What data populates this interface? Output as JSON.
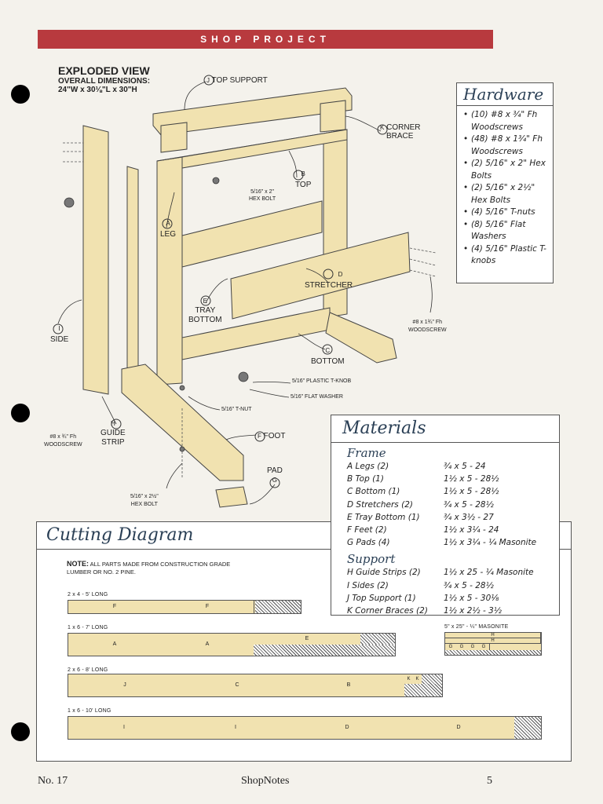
{
  "banner": "SHOP PROJECT",
  "exploded_view": {
    "title": "EXPLODED VIEW",
    "dimensions_label": "OVERALL DIMENSIONS:",
    "dimensions": "24\"W x 30⅛\"L x 30\"H"
  },
  "callouts": {
    "top_support": "TOP SUPPORT",
    "top_support_letter": "J",
    "corner_brace_1": "CORNER",
    "corner_brace_2": "BRACE",
    "corner_brace_letter": "K",
    "top": "TOP",
    "top_letter": "B",
    "leg": "LEG",
    "leg_letter": "A",
    "hex_bolt_2_size": "5/16\" x 2\"",
    "hex_bolt_2": "HEX BOLT",
    "stretcher": "STRETCHER",
    "stretcher_letter": "D",
    "tray_bottom_1": "TRAY",
    "tray_bottom_2": "BOTTOM",
    "tray_bottom_letter": "E",
    "side": "SIDE",
    "side_letter": "I",
    "bottom": "BOTTOM",
    "bottom_letter": "C",
    "woodscrew_134_1": "#8 x 1¾\" Fh",
    "woodscrew_134_2": "WOODSCREW",
    "plastic_knob": "5/16\" PLASTIC T-KNOB",
    "flat_washer": "5/16\" FLAT WASHER",
    "t_nut": "5/16\" T-NUT",
    "woodscrew_34_1": "#8 x ¾\" Fh",
    "woodscrew_34_2": "WOODSCREW",
    "guide_strip_1": "GUIDE",
    "guide_strip_2": "STRIP",
    "guide_strip_letter": "H",
    "foot": "FOOT",
    "foot_letter": "F",
    "pad": "PAD",
    "pad_letter": "G",
    "hex_bolt_212_size": "5/16\" x 2½\"",
    "hex_bolt_212": "HEX BOLT"
  },
  "hardware": {
    "title": "Hardware",
    "items": [
      "(10) #8 x ¾\" Fh Woodscrews",
      "(48) #8 x 1¾\" Fh Woodscrews",
      "(2) 5/16\" x 2\" Hex Bolts",
      "(2) 5/16\" x 2½\" Hex Bolts",
      "(4) 5/16\" T-nuts",
      "(8) 5/16\" Flat Washers",
      "(4) 5/16\" Plastic T-knobs"
    ]
  },
  "materials": {
    "title": "Materials",
    "groups": [
      {
        "name": "Frame",
        "rows": [
          {
            "part": "A  Legs (2)",
            "size": "¾ x 5 - 24"
          },
          {
            "part": "B  Top (1)",
            "size": "1½ x 5 - 28½"
          },
          {
            "part": "C  Bottom (1)",
            "size": "1½ x 5 - 28½"
          },
          {
            "part": "D  Stretchers (2)",
            "size": "¾ x 5 - 28½"
          },
          {
            "part": "E  Tray Bottom (1)",
            "size": "¾ x 3½ - 27"
          },
          {
            "part": "F  Feet (2)",
            "size": "1½ x 3¼ - 24"
          },
          {
            "part": "G  Pads (4)",
            "size": "1½ x 3¼ - ¼ Masonite"
          }
        ]
      },
      {
        "name": "Support",
        "rows": [
          {
            "part": "H  Guide Strips (2)",
            "size": "1½ x 25 - ¼ Masonite"
          },
          {
            "part": "I  Sides (2)",
            "size": "¾ x 5 - 28½"
          },
          {
            "part": "J  Top Support (1)",
            "size": "1½ x 5 - 30⅛"
          },
          {
            "part": "K  Corner Braces (2)",
            "size": "1½ x 2½ - 3½"
          }
        ]
      }
    ]
  },
  "cutting": {
    "title": "Cutting Diagram",
    "note_label": "NOTE:",
    "note_text": "ALL PARTS MADE FROM CONSTRUCTION GRADE LUMBER OR NO. 2 PINE.",
    "boards": [
      {
        "label": "2 x 4 - 5' LONG",
        "parts": [
          "F",
          "F"
        ]
      },
      {
        "label": "1 x 6 - 7' LONG",
        "parts": [
          "A",
          "A",
          "E"
        ]
      },
      {
        "label": "2 x 6 - 8' LONG",
        "parts": [
          "J",
          "C",
          "B",
          "K",
          "K"
        ]
      },
      {
        "label": "1 x 6 - 10' LONG",
        "parts": [
          "I",
          "I",
          "D",
          "D"
        ]
      }
    ],
    "masonite": {
      "label": "5\" x 25\" - ¼\" MASONITE",
      "strips": [
        "H",
        "H"
      ],
      "pads": [
        "G",
        "G",
        "G",
        "G"
      ]
    }
  },
  "footer": {
    "issue": "No. 17",
    "magazine": "ShopNotes",
    "page": "5"
  },
  "colors": {
    "banner": "#b83a3e",
    "wood": "#f1e2b0",
    "title_blue": "#2a3f55"
  }
}
